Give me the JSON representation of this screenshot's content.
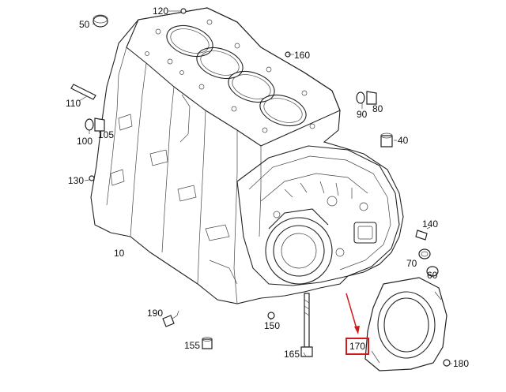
{
  "callouts": [
    {
      "id": "c120",
      "text": "120"
    },
    {
      "id": "c50",
      "text": "50"
    },
    {
      "id": "c160",
      "text": "160"
    },
    {
      "id": "c110",
      "text": "110"
    },
    {
      "id": "c90",
      "text": "90"
    },
    {
      "id": "c80",
      "text": "80"
    },
    {
      "id": "c100",
      "text": "100"
    },
    {
      "id": "c105",
      "text": "105"
    },
    {
      "id": "c40",
      "text": "40"
    },
    {
      "id": "c130",
      "text": "130"
    },
    {
      "id": "c140",
      "text": "140"
    },
    {
      "id": "c10",
      "text": "10"
    },
    {
      "id": "c70",
      "text": "70"
    },
    {
      "id": "c60",
      "text": "60"
    },
    {
      "id": "c190",
      "text": "190"
    },
    {
      "id": "c150",
      "text": "150"
    },
    {
      "id": "c155",
      "text": "155"
    },
    {
      "id": "c165",
      "text": "165"
    },
    {
      "id": "c180",
      "text": "180"
    }
  ],
  "highlight": {
    "text": "170",
    "border_color": "#d21a1a",
    "arrow_color": "#d21a1a"
  }
}
